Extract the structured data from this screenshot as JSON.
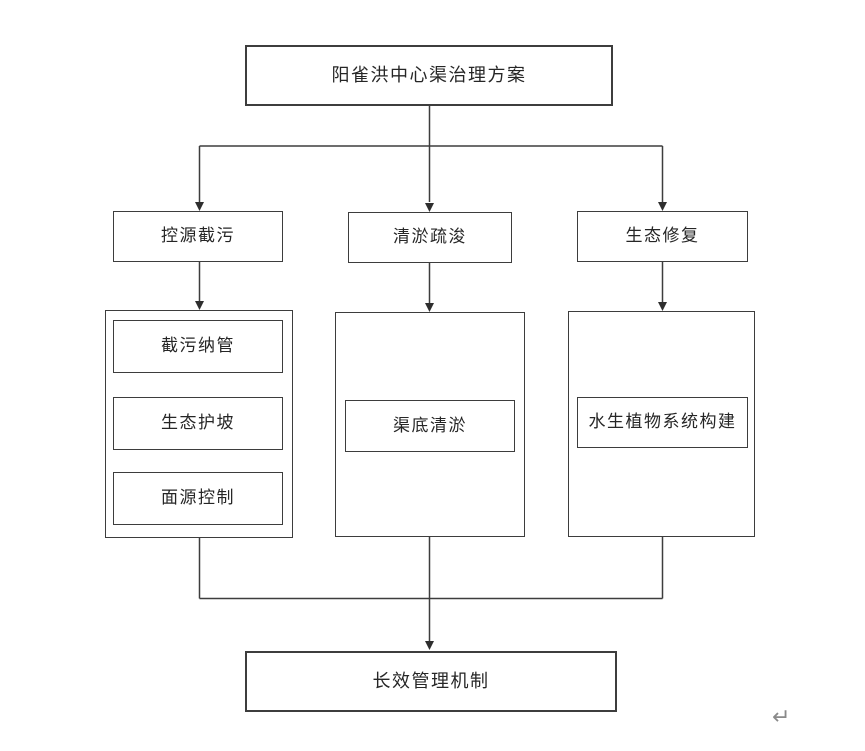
{
  "diagram": {
    "title": "阳雀洪中心渠治理方案",
    "branches": [
      {
        "label": "控源截污",
        "children": [
          "截污纳管",
          "生态护坡",
          "面源控制"
        ]
      },
      {
        "label": "清淤疏浚",
        "children": [
          "渠底清淤"
        ]
      },
      {
        "label": "生态修复",
        "children": [
          "水生植物系统构建"
        ]
      }
    ],
    "footer": "长效管理机制",
    "return_mark": "↵"
  },
  "colors": {
    "line": "#3d3d3d",
    "text": "#262626",
    "background": "#ffffff",
    "return_mark": "#8a8a8a"
  }
}
